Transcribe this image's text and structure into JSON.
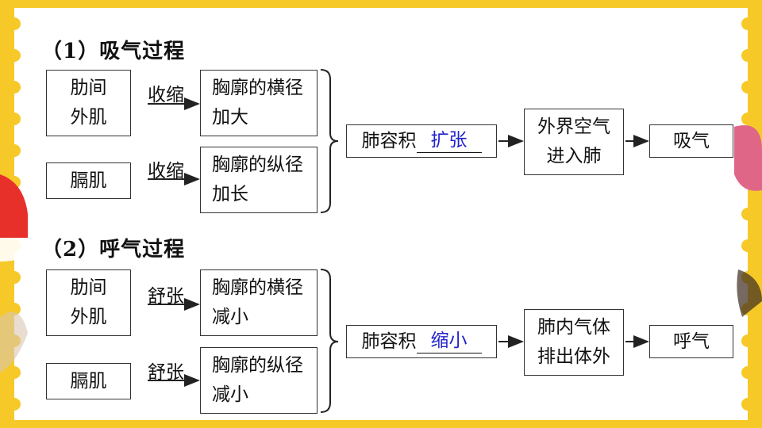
{
  "inhale": {
    "title": "（1）吸气过程",
    "muscle1": "肋间外肌",
    "muscle2": "膈肌",
    "action1": "收缩",
    "action2": "收缩",
    "effect1": "胸廓的横径加大",
    "effect2": "胸廓的纵径加长",
    "lung_prefix": "肺容积",
    "lung_answer": "扩张",
    "air_flow": "外界空气进入肺",
    "result": "吸气"
  },
  "exhale": {
    "title": "（2）呼气过程",
    "muscle1": "肋间外肌",
    "muscle2": "膈肌",
    "action1": "舒张",
    "action2": "舒张",
    "effect1": "胸廓的横径减小",
    "effect2": "胸廓的纵径减小",
    "lung_prefix": "肺容积",
    "lung_answer": "缩小",
    "air_flow": "肺内气体排出体外",
    "result": "呼气"
  },
  "colors": {
    "frame": "#f7c928",
    "answer": "#2222cc",
    "deco": "#e8302a"
  }
}
